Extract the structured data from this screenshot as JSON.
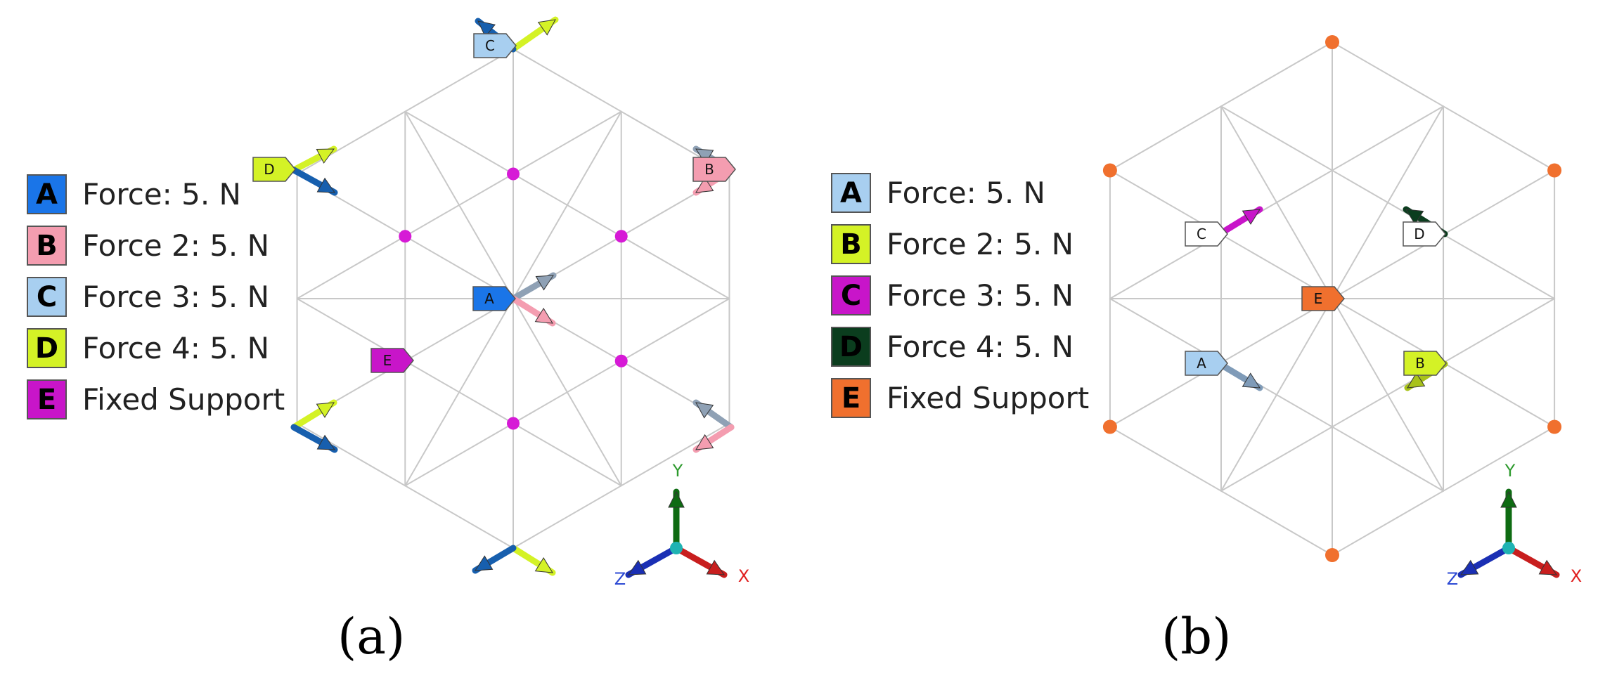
{
  "panels": [
    {
      "caption": "(a)",
      "legend": [
        {
          "letter": "A",
          "label": "Force: 5. N",
          "color": "#1a75e8"
        },
        {
          "letter": "B",
          "label": "Force 2: 5. N",
          "color": "#f49db0"
        },
        {
          "letter": "C",
          "label": "Force 3: 5. N",
          "color": "#a8cff0"
        },
        {
          "letter": "D",
          "label": "Force 4: 5. N",
          "color": "#d4f226"
        },
        {
          "letter": "E",
          "label": "Fixed Support",
          "color": "#c815c9"
        }
      ],
      "support_color": "#d61ad6"
    },
    {
      "caption": "(b)",
      "legend": [
        {
          "letter": "A",
          "label": "Force: 5. N",
          "color": "#a8cff0"
        },
        {
          "letter": "B",
          "label": "Force 2: 5. N",
          "color": "#d4f226"
        },
        {
          "letter": "C",
          "label": "Force 3: 5. N",
          "color": "#c815c9"
        },
        {
          "letter": "D",
          "label": "Force 4: 5. N",
          "color": "#0b3d1e"
        },
        {
          "letter": "E",
          "label": "Fixed Support",
          "color": "#f0702e"
        }
      ],
      "support_color": "#f0702e"
    }
  ],
  "axes": {
    "x": "X",
    "y": "Y",
    "z": "Z"
  },
  "colors": {
    "grid": "#c8c8c8",
    "x_axis": "#c81e1e",
    "y_axis": "#0e6b12",
    "z_axis": "#1a2fb4",
    "origin": "#1fb3b3"
  }
}
